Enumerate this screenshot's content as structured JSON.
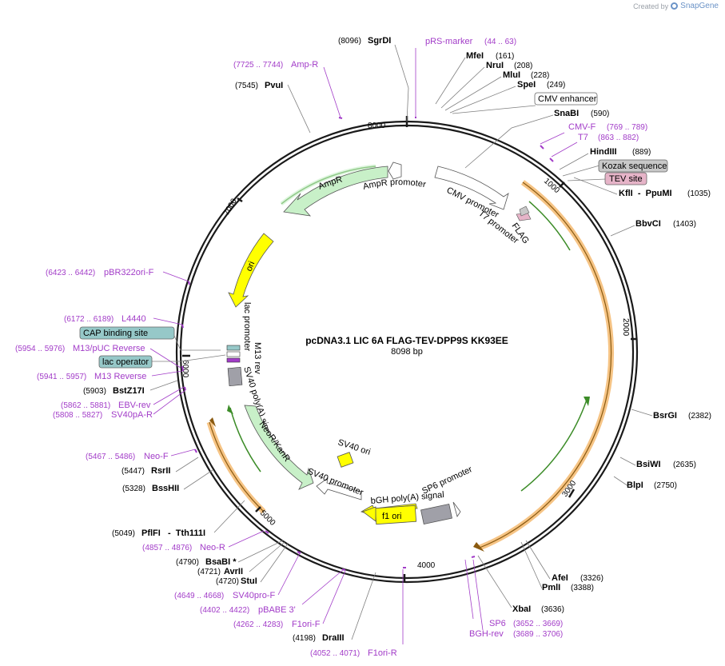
{
  "credit": {
    "created_by": "Created by",
    "brand": "SnapGene"
  },
  "title": "pcDNA3.1 LIC 6A FLAG-TEV-DPP9S KK93EE",
  "length_label": "8098 bp",
  "tick_labels": [
    "1000",
    "2000",
    "3000",
    "4000",
    "5000",
    "6000",
    "7000",
    "8000"
  ],
  "enzymes": [
    {
      "name": "SgrDI",
      "pos": "(8096)"
    },
    {
      "name": "MfeI",
      "pos": "(161)"
    },
    {
      "name": "NruI",
      "pos": "(208)"
    },
    {
      "name": "MluI",
      "pos": "(228)"
    },
    {
      "name": "SpeI",
      "pos": "(249)"
    },
    {
      "name": "SnaBI",
      "pos": "(590)"
    },
    {
      "name": "HindIII",
      "pos": "(889)"
    },
    {
      "name": "KflI  -  PpuMI",
      "pos": "(1035)"
    },
    {
      "name": "BbvCI",
      "pos": "(1403)"
    },
    {
      "name": "BsrGI",
      "pos": "(2382)"
    },
    {
      "name": "BsiWI",
      "pos": "(2635)"
    },
    {
      "name": "BlpI",
      "pos": "(2750)"
    },
    {
      "name": "AfeI",
      "pos": "(3326)"
    },
    {
      "name": "PmlI",
      "pos": "(3388)"
    },
    {
      "name": "XbaI",
      "pos": "(3636)"
    },
    {
      "name": "DraIII",
      "pos": "(4198)"
    },
    {
      "name": "StuI",
      "pos": "(4720)"
    },
    {
      "name": "AvrII",
      "pos": "(4721)"
    },
    {
      "name": "BsaBI *",
      "pos": "(4790)"
    },
    {
      "name": "PflFI   -  Tth111I",
      "pos": "(5049)"
    },
    {
      "name": "BssHII",
      "pos": "(5328)"
    },
    {
      "name": "RsrII",
      "pos": "(5447)"
    },
    {
      "name": "BstZ17I",
      "pos": "(5903)"
    },
    {
      "name": "PvuI",
      "pos": "(7545)"
    }
  ],
  "primers": [
    {
      "name": "pRS-marker",
      "range": "(44 .. 63)"
    },
    {
      "name": "Amp-R",
      "range": "(7725 .. 7744)"
    },
    {
      "name": "CMV-F",
      "range": "(769 .. 789)"
    },
    {
      "name": "T7",
      "range": "(863 .. 882)"
    },
    {
      "name": "pBR322ori-F",
      "range": "(6423 .. 6442)"
    },
    {
      "name": "L4440",
      "range": "(6172 .. 6189)"
    },
    {
      "name": "M13/pUC Reverse",
      "range": "(5954 .. 5976)"
    },
    {
      "name": "M13 Reverse",
      "range": "(5941 .. 5957)"
    },
    {
      "name": "EBV-rev",
      "range": "(5862 .. 5881)"
    },
    {
      "name": "SV40pA-R",
      "range": "(5808 .. 5827)"
    },
    {
      "name": "Neo-F",
      "range": "(5467 .. 5486)"
    },
    {
      "name": "Neo-R",
      "range": "(4857 .. 4876)"
    },
    {
      "name": "SV40pro-F",
      "range": "(4649 .. 4668)"
    },
    {
      "name": "pBABE 3'",
      "range": "(4402 .. 4422)"
    },
    {
      "name": "F1ori-F",
      "range": "(4262 .. 4283)"
    },
    {
      "name": "F1ori-R",
      "range": "(4052 .. 4071)"
    },
    {
      "name": "SP6",
      "range": "(3652 .. 3669)"
    },
    {
      "name": "BGH-rev",
      "range": "(3689 .. 3706)"
    }
  ],
  "boxed_features": [
    {
      "name": "CMV enhancer",
      "color": "#ffffff"
    },
    {
      "name": "Kozak sequence",
      "color": "#c8c8c8"
    },
    {
      "name": "TEV site",
      "color": "#e6b4c8"
    },
    {
      "name": "CAP binding site",
      "color": "#96c8c8"
    },
    {
      "name": "lac operator",
      "color": "#96c8c8"
    }
  ],
  "features": {
    "ampr": "AmpR",
    "ampr_promoter": "AmpR promoter",
    "cmv_promoter": "CMV promoter",
    "t7_promoter": "T7 promoter",
    "flag": "FLAG",
    "ori": "ori",
    "lac_promoter": "lac promoter",
    "m13_rev": "M13 rev",
    "sv40_polya": "SV40 poly(A) signal",
    "neor": "NeoR/KanR",
    "sv40_promoter": "SV40 promoter",
    "sv40_ori": "SV40 ori",
    "f1_ori": "f1 ori",
    "bgh_polya": "bGH poly(A) signal",
    "sp6_promoter": "SP6 promoter"
  },
  "colors": {
    "backbone": "#1a1a1a",
    "orf_orange": "#f5be78",
    "orf_green": "#3c8c28",
    "gene_fill": "#c8f0c8",
    "ori_yellow": "#ffff00",
    "primer_purple": "#a23cc8",
    "polya_gray": "#a0a0a8"
  }
}
